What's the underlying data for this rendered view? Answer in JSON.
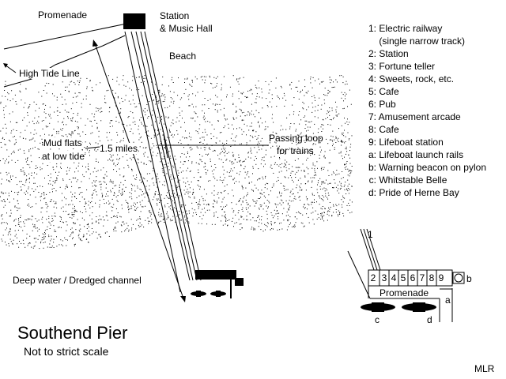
{
  "labels": {
    "promenade": "Promenade",
    "station_line1": "Station",
    "station_line2": "& Music Hall",
    "beach": "Beach",
    "high_tide": "High Tide Line",
    "mud_line1": "Mud flats",
    "mud_line2": "at low tide",
    "distance": "1.5 miles",
    "passing_line1": "Passing loop",
    "passing_line2": "for trains",
    "deep_water": "Deep water / Dredged channel"
  },
  "legend": [
    {
      "key": "1:",
      "text": "Electric railway"
    },
    {
      "key": "",
      "text": "(single narrow track)"
    },
    {
      "key": "2:",
      "text": "Station"
    },
    {
      "key": "3:",
      "text": "Fortune teller"
    },
    {
      "key": "4:",
      "text": "Sweets, rock, etc."
    },
    {
      "key": "5:",
      "text": "Cafe"
    },
    {
      "key": "6:",
      "text": "Pub"
    },
    {
      "key": "7:",
      "text": "Amusement arcade"
    },
    {
      "key": "8:",
      "text": "Cafe"
    },
    {
      "key": "9:",
      "text": "Lifeboat station"
    },
    {
      "key": "a:",
      "text": "Lifeboat launch rails"
    },
    {
      "key": "b:",
      "text": "Warning beacon on pylon"
    },
    {
      "key": "c:",
      "text": "Whitstable Belle"
    },
    {
      "key": "d:",
      "text": "Pride of Herne Bay"
    }
  ],
  "detail": {
    "rail_label": "1",
    "cells": [
      "2",
      "3",
      "4",
      "5",
      "6",
      "7",
      "8",
      "9"
    ],
    "promenade": "Promenade",
    "a": "a",
    "b": "b",
    "c": "c",
    "d": "d"
  },
  "title": "Southend Pier",
  "subtitle": "Not to strict scale",
  "author": "MLR",
  "colors": {
    "ink": "#000000",
    "paper": "#ffffff"
  }
}
